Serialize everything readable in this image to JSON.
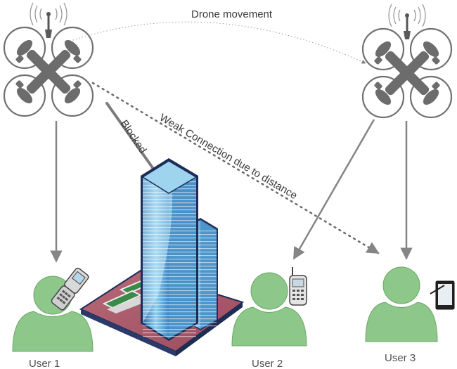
{
  "labels": {
    "drone_movement": "Drone movement",
    "weak_connection": "Weak Connection due to distance",
    "blocked": "Blocked"
  },
  "users": [
    {
      "label": "User 1",
      "device": "flip-phone-icon"
    },
    {
      "label": "User 2",
      "device": "handheld-phone-icon"
    },
    {
      "label": "User 3",
      "device": "tablet-icon"
    }
  ],
  "drones": [
    {
      "name": "drone-left-icon"
    },
    {
      "name": "drone-right-icon"
    }
  ],
  "colors": {
    "user": "#8dc78a",
    "drone_body": "#6e6e6e",
    "drone_ring": "#7a7a7a",
    "arrow": "#8a8a8a",
    "building": "#5aa6d8",
    "ground": "#b06070"
  }
}
